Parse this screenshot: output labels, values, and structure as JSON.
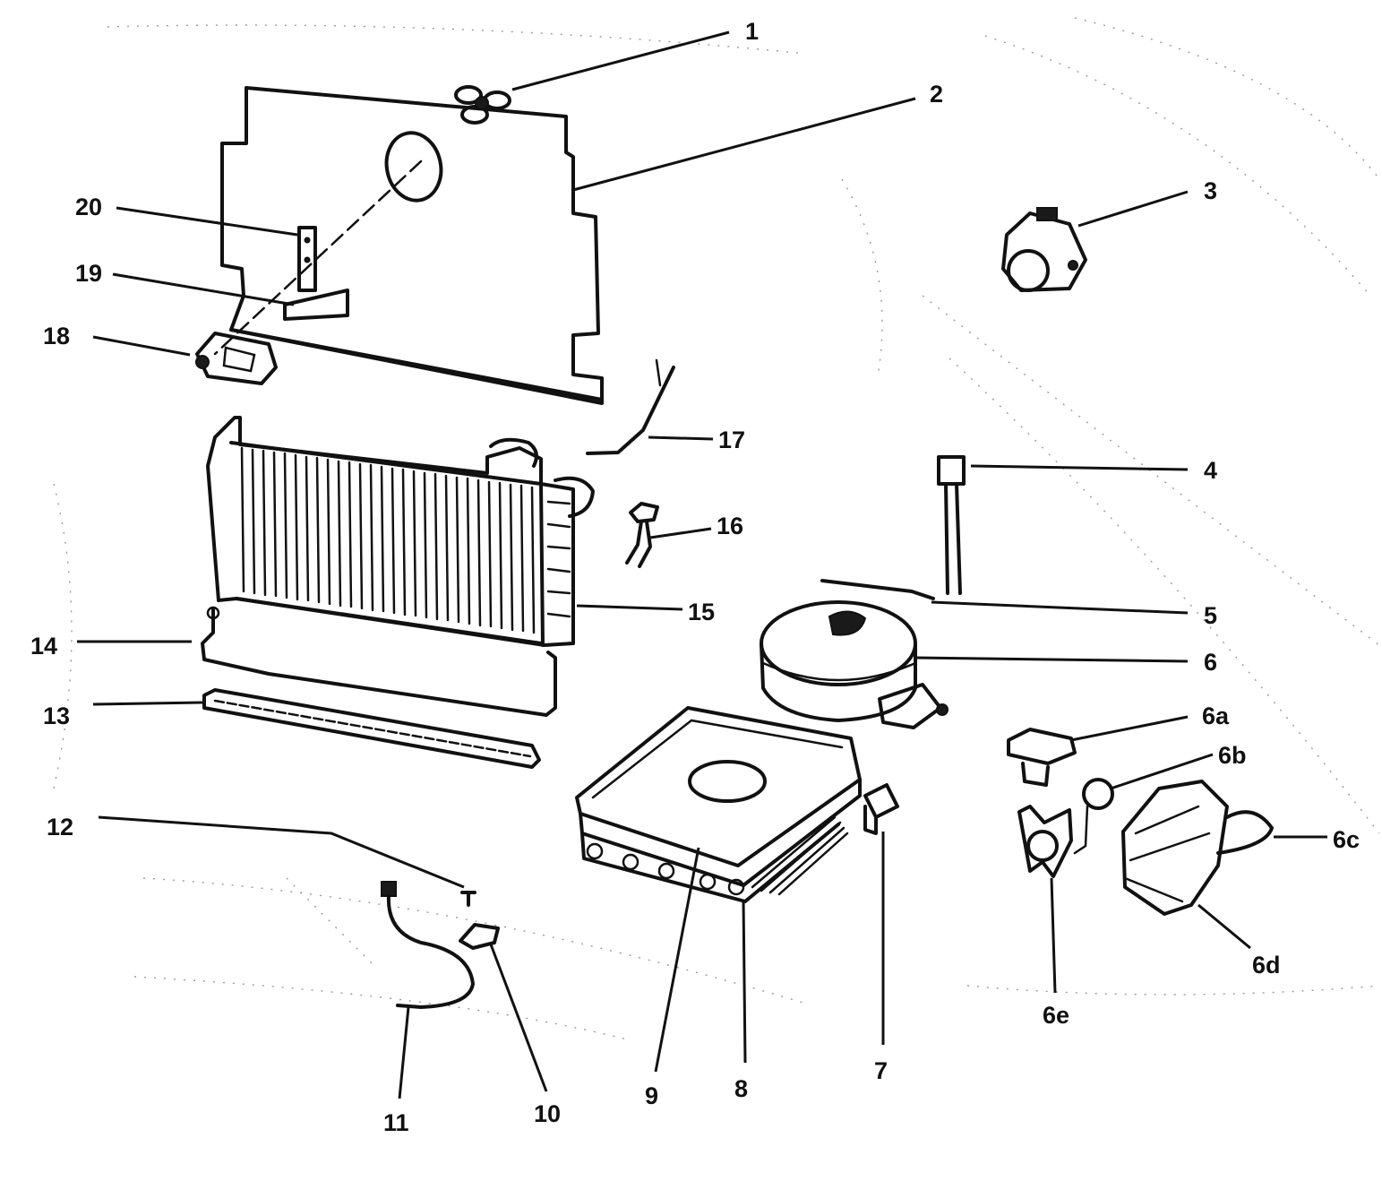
{
  "callouts": [
    {
      "id": "1",
      "text": "1"
    },
    {
      "id": "2",
      "text": "2"
    },
    {
      "id": "3",
      "text": "3"
    },
    {
      "id": "4",
      "text": "4"
    },
    {
      "id": "5",
      "text": "5"
    },
    {
      "id": "6",
      "text": "6"
    },
    {
      "id": "6a",
      "text": "6a"
    },
    {
      "id": "6b",
      "text": "6b"
    },
    {
      "id": "6c",
      "text": "6c"
    },
    {
      "id": "6d",
      "text": "6d"
    },
    {
      "id": "6e",
      "text": "6e"
    },
    {
      "id": "7",
      "text": "7"
    },
    {
      "id": "8",
      "text": "8"
    },
    {
      "id": "9",
      "text": "9"
    },
    {
      "id": "10",
      "text": "10"
    },
    {
      "id": "11",
      "text": "11"
    },
    {
      "id": "12",
      "text": "12"
    },
    {
      "id": "13",
      "text": "13"
    },
    {
      "id": "14",
      "text": "14"
    },
    {
      "id": "15",
      "text": "15"
    },
    {
      "id": "16",
      "text": "16"
    },
    {
      "id": "17",
      "text": "17"
    },
    {
      "id": "18",
      "text": "18"
    },
    {
      "id": "19",
      "text": "19"
    },
    {
      "id": "20",
      "text": "20"
    }
  ],
  "colors": {
    "ink": "#111111",
    "background": "#ffffff"
  }
}
